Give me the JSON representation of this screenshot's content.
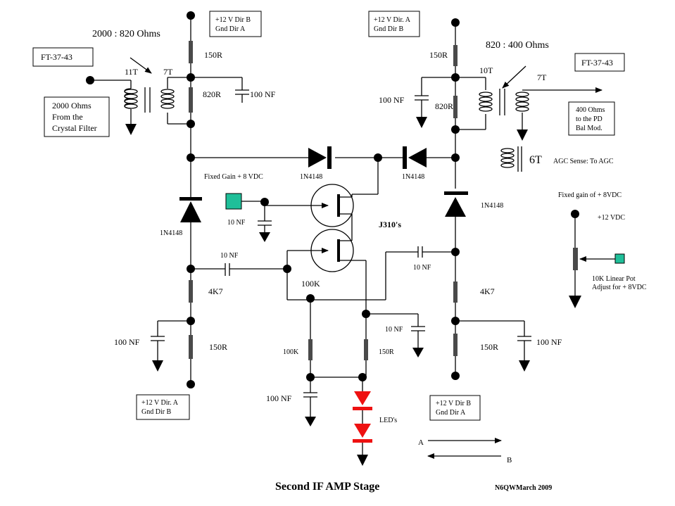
{
  "title": "Second IF AMP Stage",
  "author": "N6QWMarch 2009",
  "ratios": {
    "left": "2000 : 820 Ohms",
    "right": "820 : 400 Ohms"
  },
  "cores": {
    "left": "FT-37-43",
    "right": "FT-37-43"
  },
  "turns": {
    "left_primary": "11T",
    "left_secondary": "7T",
    "right_primary": "10T",
    "right_secondary": "7T",
    "agc": "6T"
  },
  "boxes": {
    "top_left_supply": [
      "+12 V Dir B",
      "Gnd Dir A"
    ],
    "top_right_supply": [
      "+12 V Dir. A",
      "Gnd Dir B"
    ],
    "input": [
      "2000 Ohms",
      "From the",
      "Crystal Filter"
    ],
    "output": [
      "400 Ohms",
      "to the PD",
      "Bal Mod."
    ],
    "bottom_left_supply": [
      "+12 V Dir. A",
      "Gnd Dir B"
    ],
    "bottom_right_supply": [
      "+12 V Dir B",
      "Gnd Dir A"
    ]
  },
  "components": {
    "r_150_tl": "150R",
    "r_820_l": "820R",
    "c_100nf_tl": "100 NF",
    "r_150_tr": "150R",
    "r_820_r": "820R",
    "c_100nf_tr": "100 NF",
    "d_left_horiz": "1N4148",
    "d_right_horiz": "1N4148",
    "d_left_vert": "1N4148",
    "d_right_vert": "1N4148",
    "fet": "J310's",
    "c_10nf_gate": "10 NF",
    "c_10nf_left": "10 NF",
    "c_10nf_right": "10 NF",
    "r_100k_top": "100K",
    "r_4k7_left": "4K7",
    "r_4k7_right": "4K7",
    "c_100nf_bl": "100 NF",
    "c_100nf_br": "100 NF",
    "r_150_bl": "150R",
    "r_150_br": "150R",
    "c_10nf_source": "10 NF",
    "r_100k_bottom": "100K",
    "r_150_source": "150R",
    "c_100nf_bottom": "100 NF",
    "leds": "LED's",
    "pot": [
      "10K Linear Pot",
      "Adjust for + 8VDC"
    ]
  },
  "labels": {
    "fixed_gain_left": "Fixed Gain + 8 VDC",
    "fixed_gain_right": "Fixed gain of + 8VDC",
    "plus12": "+12 VDC",
    "agc_sense": "AGC Sense: To AGC",
    "dir_a": "A",
    "dir_b": "B"
  }
}
